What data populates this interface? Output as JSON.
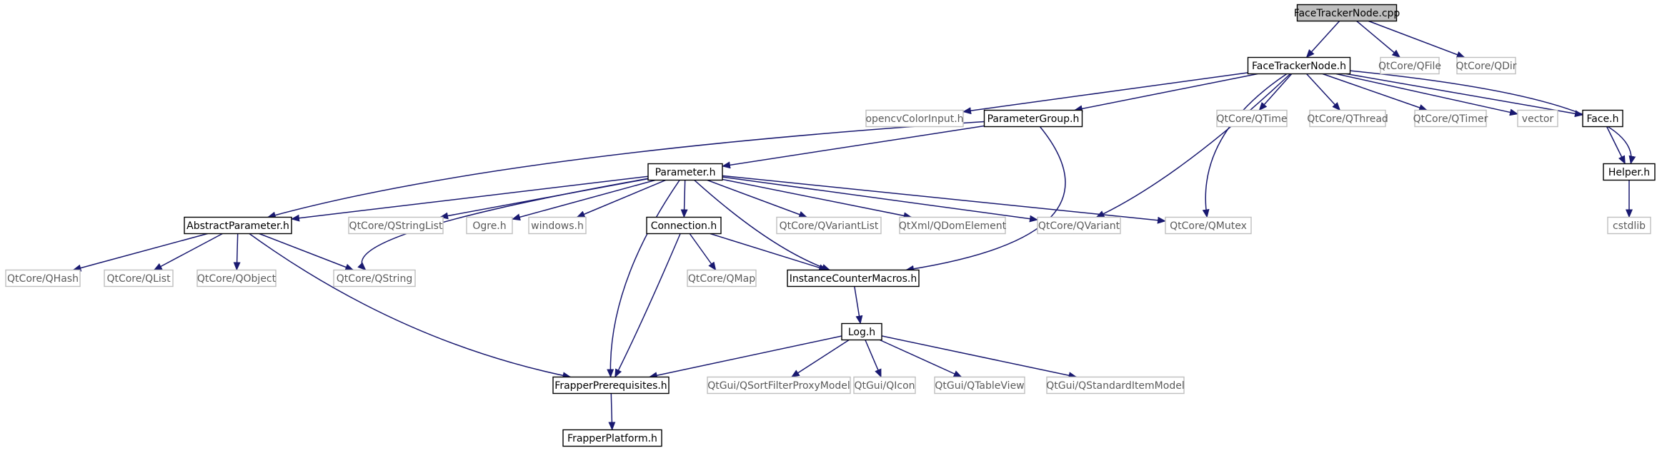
{
  "graph": {
    "title": "",
    "edge_color": "#191970",
    "root_fill": "#bfbfbf",
    "project_stroke": "#000000",
    "system_stroke": "#bfbfbf",
    "nodes": [
      {
        "id": "FaceTrackerNode.cpp",
        "label": "FaceTrackerNode.cpp",
        "kind": "root"
      },
      {
        "id": "FaceTrackerNode.h",
        "label": "FaceTrackerNode.h",
        "kind": "project"
      },
      {
        "id": "QtCore/QFile",
        "label": "QtCore/QFile",
        "kind": "system"
      },
      {
        "id": "QtCore/QDir",
        "label": "QtCore/QDir",
        "kind": "system"
      },
      {
        "id": "opencvColorInput.h",
        "label": "opencvColorInput.h",
        "kind": "system"
      },
      {
        "id": "ParameterGroup.h",
        "label": "ParameterGroup.h",
        "kind": "project"
      },
      {
        "id": "QtCore/QTime",
        "label": "QtCore/QTime",
        "kind": "system"
      },
      {
        "id": "QtCore/QThread",
        "label": "QtCore/QThread",
        "kind": "system"
      },
      {
        "id": "QtCore/QTimer",
        "label": "QtCore/QTimer",
        "kind": "system"
      },
      {
        "id": "vector",
        "label": "vector",
        "kind": "system"
      },
      {
        "id": "Face.h",
        "label": "Face.h",
        "kind": "project"
      },
      {
        "id": "Parameter.h",
        "label": "Parameter.h",
        "kind": "project"
      },
      {
        "id": "Helper.h",
        "label": "Helper.h",
        "kind": "project"
      },
      {
        "id": "AbstractParameter.h",
        "label": "AbstractParameter.h",
        "kind": "project"
      },
      {
        "id": "QtCore/QStringList",
        "label": "QtCore/QStringList",
        "kind": "system"
      },
      {
        "id": "Ogre.h",
        "label": "Ogre.h",
        "kind": "system"
      },
      {
        "id": "windows.h",
        "label": "windows.h",
        "kind": "system"
      },
      {
        "id": "Connection.h",
        "label": "Connection.h",
        "kind": "project"
      },
      {
        "id": "QtCore/QVariantList",
        "label": "QtCore/QVariantList",
        "kind": "system"
      },
      {
        "id": "QtXml/QDomElement",
        "label": "QtXml/QDomElement",
        "kind": "system"
      },
      {
        "id": "QtCore/QVariant",
        "label": "QtCore/QVariant",
        "kind": "system"
      },
      {
        "id": "QtCore/QMutex",
        "label": "QtCore/QMutex",
        "kind": "system"
      },
      {
        "id": "cstdlib",
        "label": "cstdlib",
        "kind": "system"
      },
      {
        "id": "QtCore/QHash",
        "label": "QtCore/QHash",
        "kind": "system"
      },
      {
        "id": "QtCore/QList",
        "label": "QtCore/QList",
        "kind": "system"
      },
      {
        "id": "QtCore/QObject",
        "label": "QtCore/QObject",
        "kind": "system"
      },
      {
        "id": "QtCore/QString",
        "label": "QtCore/QString",
        "kind": "system"
      },
      {
        "id": "QtCore/QMap",
        "label": "QtCore/QMap",
        "kind": "system"
      },
      {
        "id": "InstanceCounterMacros.h",
        "label": "InstanceCounterMacros.h",
        "kind": "project"
      },
      {
        "id": "Log.h",
        "label": "Log.h",
        "kind": "project"
      },
      {
        "id": "FrapperPrerequisites.h",
        "label": "FrapperPrerequisites.h",
        "kind": "project"
      },
      {
        "id": "QtGui/QSortFilterProxyModel",
        "label": "QtGui/QSortFilterProxyModel",
        "kind": "system"
      },
      {
        "id": "QtGui/QIcon",
        "label": "QtGui/QIcon",
        "kind": "system"
      },
      {
        "id": "QtGui/QTableView",
        "label": "QtGui/QTableView",
        "kind": "system"
      },
      {
        "id": "QtGui/QStandardItemModel",
        "label": "QtGui/QStandardItemModel",
        "kind": "system"
      },
      {
        "id": "FrapperPlatform.h",
        "label": "FrapperPlatform.h",
        "kind": "project"
      }
    ],
    "edges": [
      {
        "from": "FaceTrackerNode.cpp",
        "to": "FaceTrackerNode.h"
      },
      {
        "from": "FaceTrackerNode.cpp",
        "to": "QtCore/QFile"
      },
      {
        "from": "FaceTrackerNode.cpp",
        "to": "QtCore/QDir"
      },
      {
        "from": "FaceTrackerNode.h",
        "to": "opencvColorInput.h"
      },
      {
        "from": "FaceTrackerNode.h",
        "to": "ParameterGroup.h"
      },
      {
        "from": "FaceTrackerNode.h",
        "to": "QtCore/QTime"
      },
      {
        "from": "FaceTrackerNode.h",
        "to": "QtCore/QThread"
      },
      {
        "from": "FaceTrackerNode.h",
        "to": "QtCore/QTimer"
      },
      {
        "from": "FaceTrackerNode.h",
        "to": "vector"
      },
      {
        "from": "FaceTrackerNode.h",
        "to": "Face.h"
      },
      {
        "from": "FaceTrackerNode.h",
        "to": "Helper.h"
      },
      {
        "from": "FaceTrackerNode.h",
        "to": "QtCore/QVariant"
      },
      {
        "from": "FaceTrackerNode.h",
        "to": "QtCore/QMutex"
      },
      {
        "from": "Face.h",
        "to": "Helper.h"
      },
      {
        "from": "Helper.h",
        "to": "cstdlib"
      },
      {
        "from": "ParameterGroup.h",
        "to": "Parameter.h"
      },
      {
        "from": "ParameterGroup.h",
        "to": "AbstractParameter.h"
      },
      {
        "from": "ParameterGroup.h",
        "to": "InstanceCounterMacros.h"
      },
      {
        "from": "Parameter.h",
        "to": "AbstractParameter.h"
      },
      {
        "from": "Parameter.h",
        "to": "QtCore/QStringList"
      },
      {
        "from": "Parameter.h",
        "to": "Ogre.h"
      },
      {
        "from": "Parameter.h",
        "to": "windows.h"
      },
      {
        "from": "Parameter.h",
        "to": "Connection.h"
      },
      {
        "from": "Parameter.h",
        "to": "QtCore/QVariantList"
      },
      {
        "from": "Parameter.h",
        "to": "QtXml/QDomElement"
      },
      {
        "from": "Parameter.h",
        "to": "QtCore/QVariant"
      },
      {
        "from": "Parameter.h",
        "to": "QtCore/QMutex"
      },
      {
        "from": "Parameter.h",
        "to": "QtCore/QString"
      },
      {
        "from": "Parameter.h",
        "to": "InstanceCounterMacros.h"
      },
      {
        "from": "Parameter.h",
        "to": "FrapperPrerequisites.h"
      },
      {
        "from": "AbstractParameter.h",
        "to": "QtCore/QHash"
      },
      {
        "from": "AbstractParameter.h",
        "to": "QtCore/QList"
      },
      {
        "from": "AbstractParameter.h",
        "to": "QtCore/QObject"
      },
      {
        "from": "AbstractParameter.h",
        "to": "QtCore/QString"
      },
      {
        "from": "AbstractParameter.h",
        "to": "FrapperPrerequisites.h"
      },
      {
        "from": "Connection.h",
        "to": "QtCore/QMap"
      },
      {
        "from": "Connection.h",
        "to": "InstanceCounterMacros.h"
      },
      {
        "from": "Connection.h",
        "to": "FrapperPrerequisites.h"
      },
      {
        "from": "InstanceCounterMacros.h",
        "to": "Log.h"
      },
      {
        "from": "Log.h",
        "to": "FrapperPrerequisites.h"
      },
      {
        "from": "Log.h",
        "to": "QtGui/QSortFilterProxyModel"
      },
      {
        "from": "Log.h",
        "to": "QtGui/QIcon"
      },
      {
        "from": "Log.h",
        "to": "QtGui/QTableView"
      },
      {
        "from": "Log.h",
        "to": "QtGui/QStandardItemModel"
      },
      {
        "from": "FrapperPrerequisites.h",
        "to": "FrapperPlatform.h"
      }
    ]
  }
}
